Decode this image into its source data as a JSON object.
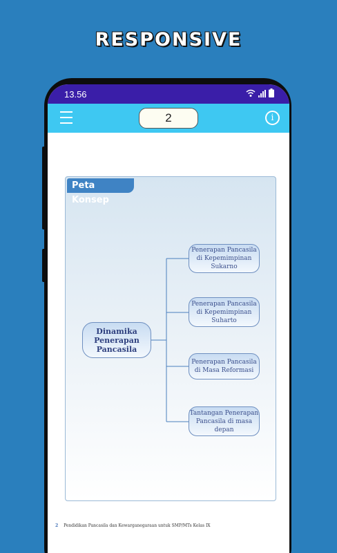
{
  "banner": {
    "title": "RESPONSIVE"
  },
  "status_bar": {
    "time": "13.56"
  },
  "app_bar": {
    "page_number": "2"
  },
  "document": {
    "section_title": "Peta Konsep",
    "main_node": "Dinamika Penerapan Pancasila",
    "sub_nodes": [
      "Penerapan Pancasila di Kepemimpinan Sukarno",
      "Penerapan Pancasila di Kepemimpinan Suharto",
      "Penerapan Pancasila di Masa Reformasi",
      "Tantangan Penerapan Pancasila di masa depan"
    ],
    "footer": {
      "page": "2",
      "text": "Pendidikan Pancasila dan Kewarganegaraan untuk SMP/MTs Kelas IX"
    }
  }
}
